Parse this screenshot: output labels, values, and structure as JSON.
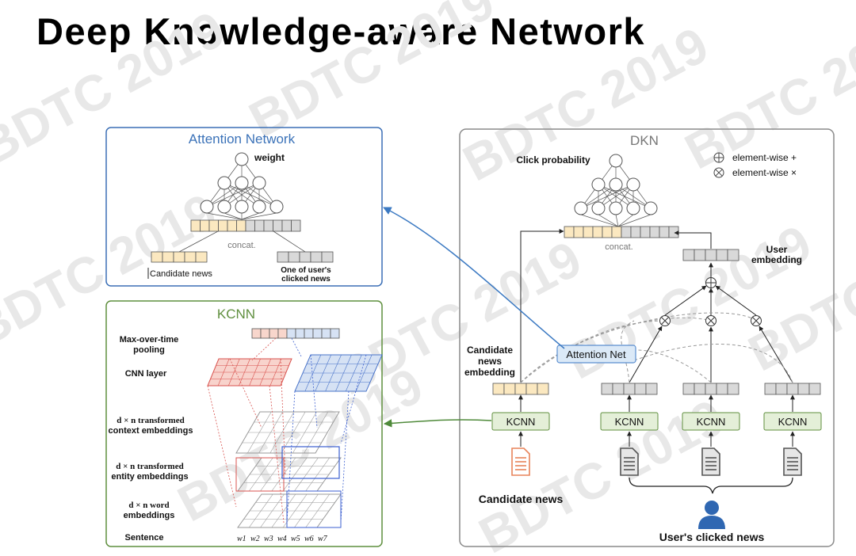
{
  "title": "Deep Knowledge-aware Network",
  "watermark": "BDTC 2019",
  "attention_panel": {
    "title": "Attention Network",
    "weight_label": "weight",
    "concat_label": "concat.",
    "candidate_label": "Candidate news",
    "clicked_label_line1": "One of user's",
    "clicked_label_line2": "clicked news"
  },
  "kcnn_panel": {
    "title": "KCNN",
    "maxpool_line1": "Max-over-time",
    "maxpool_line2": "pooling",
    "cnn_layer": "CNN layer",
    "context_line1": "d × n transformed",
    "context_line2": "context embeddings",
    "entity_line1": "d × n transformed",
    "entity_line2": "entity embeddings",
    "word_line1": "d × n word",
    "word_line2": "embeddings",
    "sentence": "Sentence",
    "words": [
      "w1",
      "w2",
      "w3",
      "w4",
      "w5",
      "w6",
      "w7"
    ]
  },
  "dkn_panel": {
    "title": "DKN",
    "click_probability": "Click probability",
    "legend_plus": "element-wise +",
    "legend_times": "element-wise ×",
    "concat_label": "concat.",
    "user_embedding_line1": "User",
    "user_embedding_line2": "embedding",
    "candidate_emb_line1": "Candidate",
    "candidate_emb_line2": "news",
    "candidate_emb_line3": "embedding",
    "attention_net": "Attention Net",
    "kcnn_label": "KCNN",
    "candidate_news": "Candidate news",
    "users_clicked_news": "User's clicked news"
  },
  "colors": {
    "attention_border": "#3b6fb6",
    "kcnn_border": "#5f8f3e",
    "dkn_border": "#8a8a8a",
    "candidate_fill": "#fbe8c0",
    "clicked_fill": "#d9d9d9",
    "kcnn_box_fill": "#e4efd8",
    "attention_net_fill": "#dbe9f7",
    "doc_orange": "#e8845a",
    "user_icon": "#2f67b2"
  }
}
